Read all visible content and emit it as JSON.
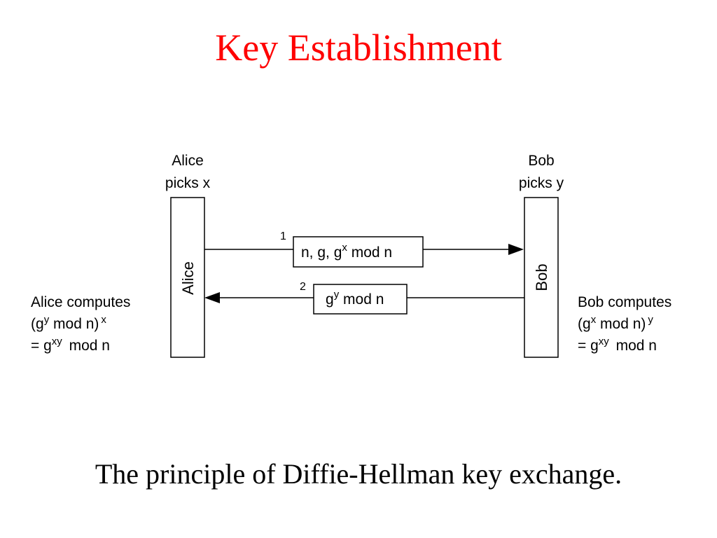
{
  "title": "Key Establishment",
  "title_color": "#ff0000",
  "caption": "The principle of Diffie-Hellman key exchange.",
  "alice": {
    "heading_line1": "Alice",
    "heading_line2": "picks x",
    "box_label": "Alice",
    "computes_line1": "Alice computes",
    "computes_line2_base": "(g",
    "computes_line2_sup1": "y",
    "computes_line2_mid": " mod n)",
    "computes_line2_sup2": "x",
    "computes_line3_base": "= g",
    "computes_line3_sup": "xy",
    "computes_line3_tail": " mod n"
  },
  "bob": {
    "heading_line1": "Bob",
    "heading_line2": "picks y",
    "box_label": "Bob",
    "computes_line1": "Bob computes",
    "computes_line2_base": "(g",
    "computes_line2_sup1": "x",
    "computes_line2_mid": " mod n)",
    "computes_line2_sup2": "y",
    "computes_line3_base": "= g",
    "computes_line3_sup": "xy",
    "computes_line3_tail": " mod n"
  },
  "messages": [
    {
      "step": "1",
      "base1": "n, g, g",
      "sup": "x",
      "tail": " mod n",
      "direction": "alice-to-bob"
    },
    {
      "step": "2",
      "base1": "g",
      "sup": "y",
      "tail": " mod n",
      "direction": "bob-to-alice"
    }
  ]
}
